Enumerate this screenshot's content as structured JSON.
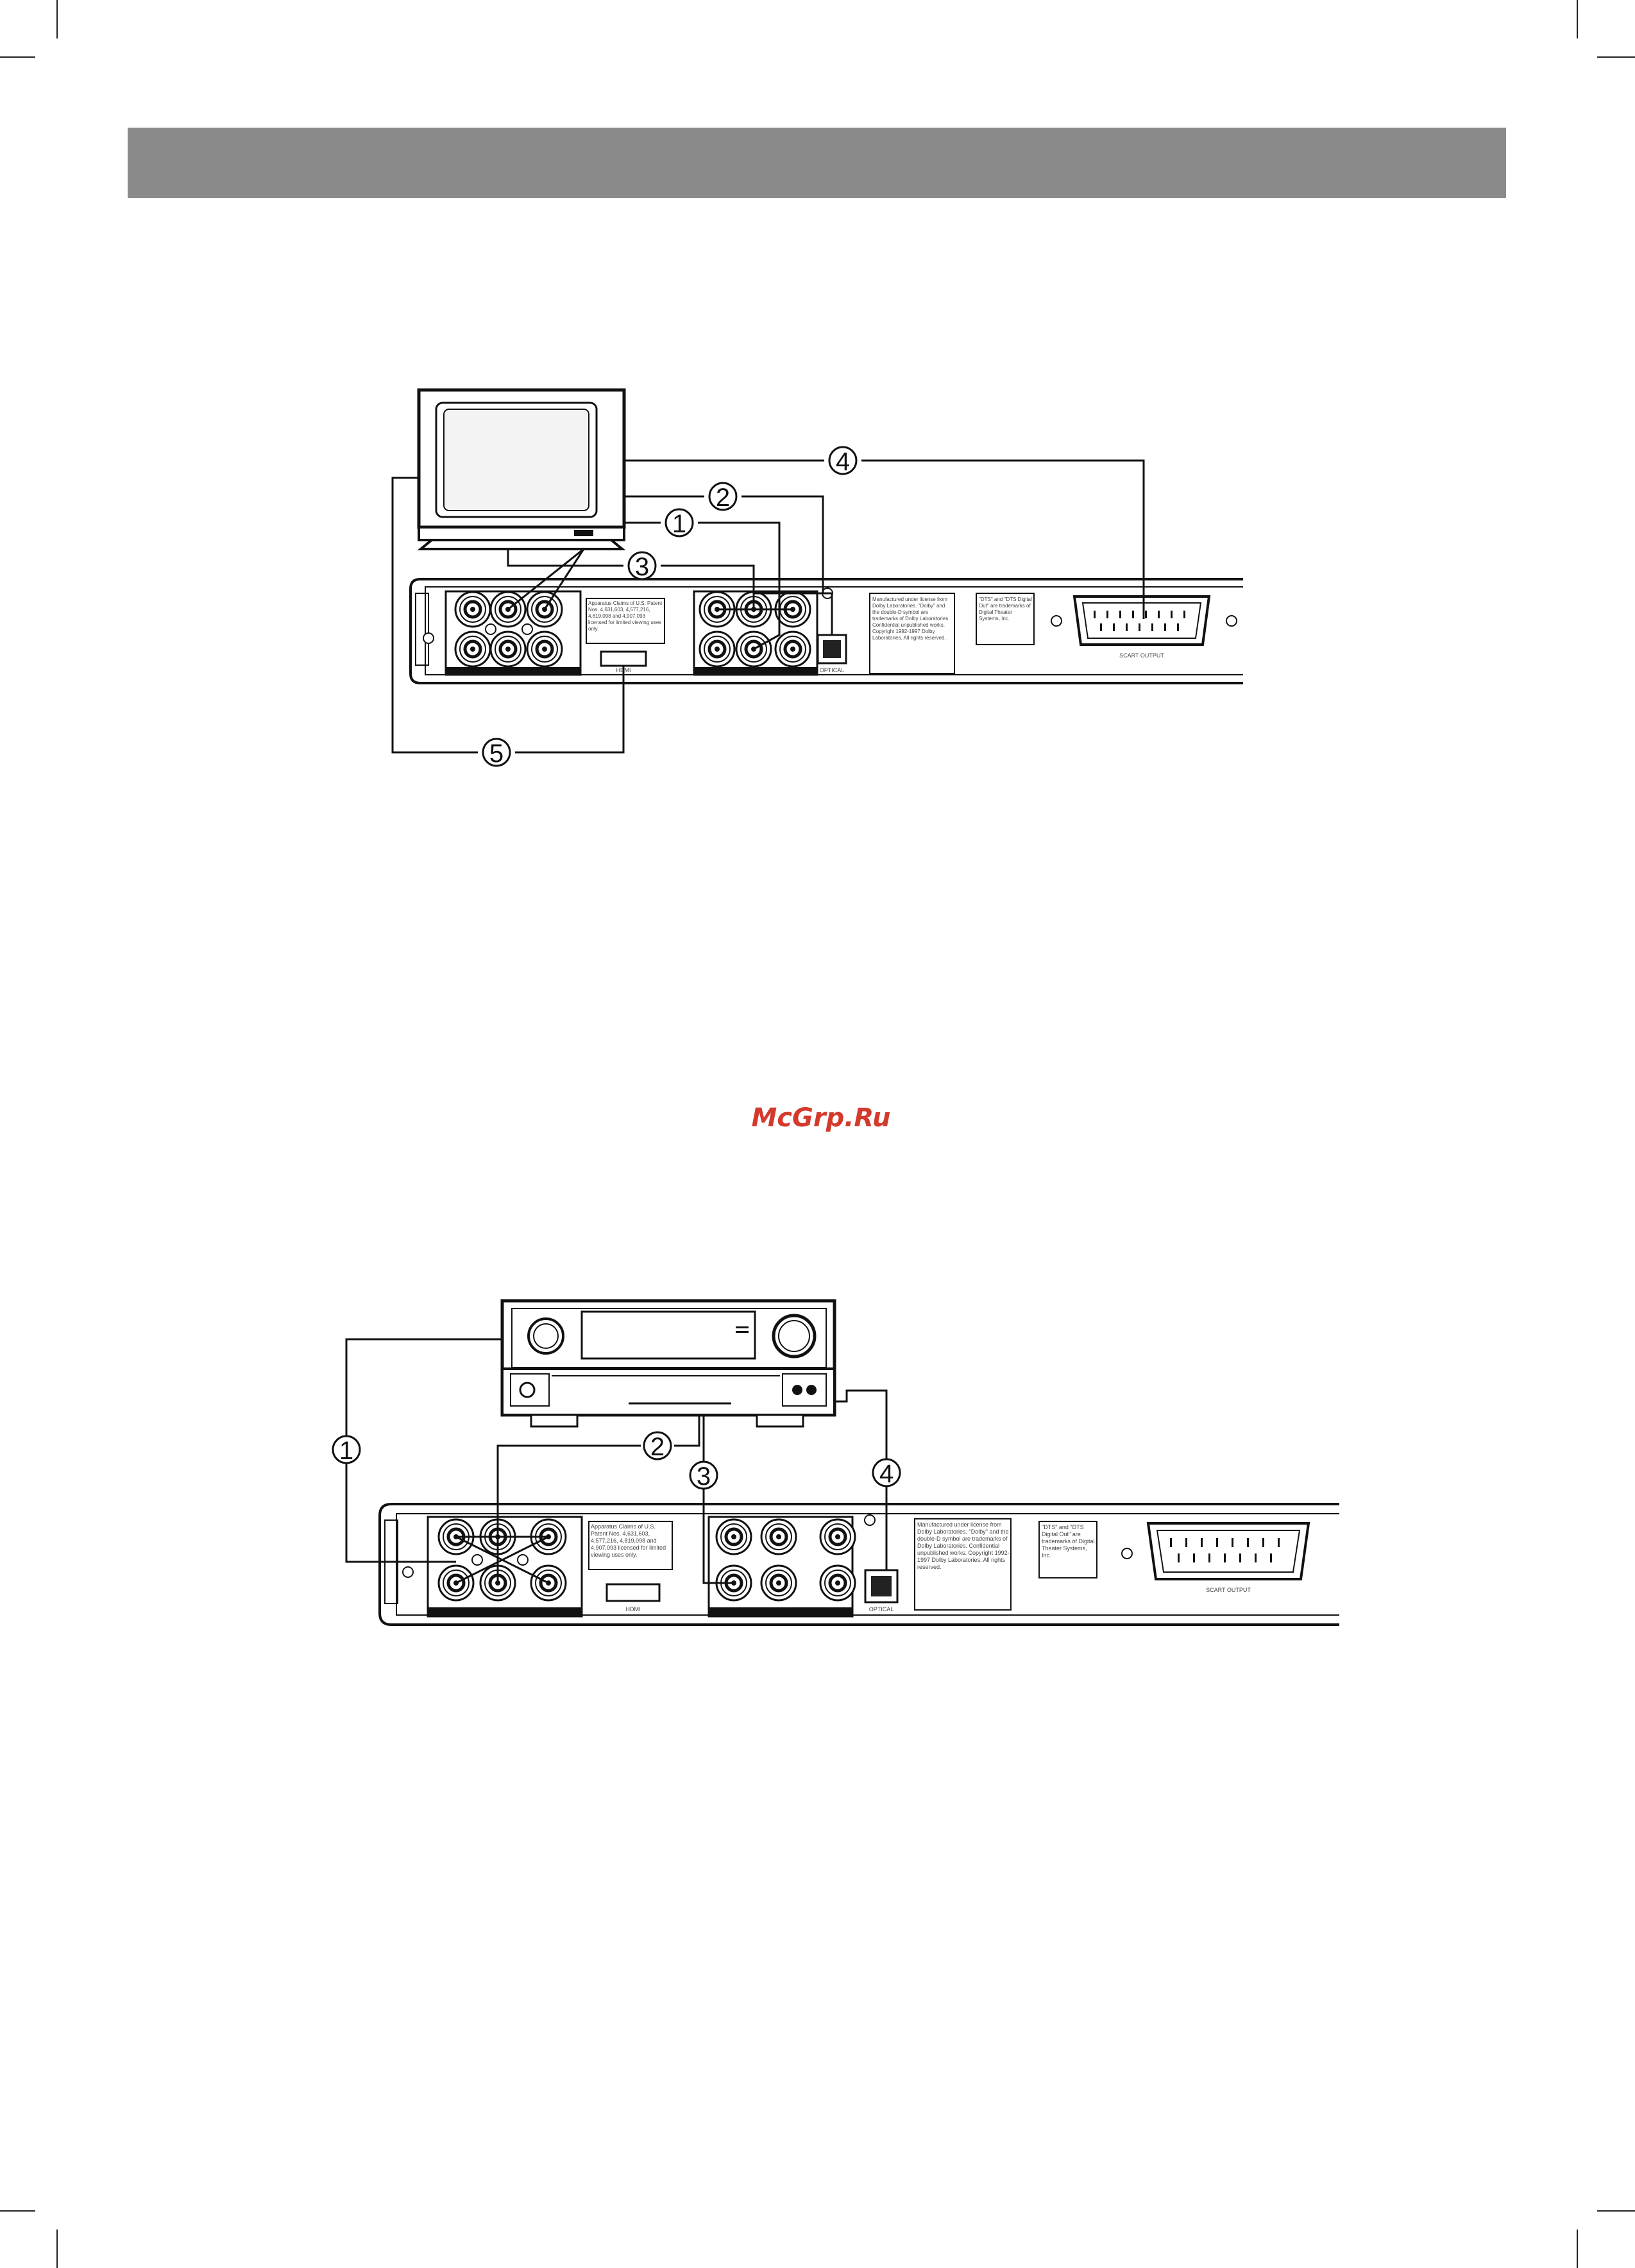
{
  "watermark": "McGrp.Ru",
  "diagram1": {
    "callouts": [
      "1",
      "2",
      "3",
      "4",
      "5"
    ],
    "panel": {
      "patent_text": "Apparatus Claims of U.S. Patent Nos. 4,631,603, 4,577,216, 4,819,098 and 4,907,093 licensed for limited viewing uses only.",
      "dolby_text": "Manufactured under license from Dolby Laboratories. \"Dolby\" and the double-D symbol are trademarks of Dolby Laboratories. Confidential unpublished works. Copyright 1992-1997 Dolby Laboratories. All rights reserved.",
      "dts_text": "\"DTS\" and \"DTS Digital Out\" are trademarks of Digital Theater Systems, Inc.",
      "hdmi_label": "HDMI",
      "scart_label": "SCART OUTPUT",
      "optical_label": "OPTICAL"
    }
  },
  "diagram2": {
    "callouts": [
      "1",
      "2",
      "3",
      "4"
    ],
    "panel": {
      "patent_text": "Apparatus Claims of U.S. Patent Nos. 4,631,603, 4,577,216, 4,819,098 and 4,907,093 licensed for limited viewing uses only.",
      "dolby_text": "Manufactured under license from Dolby Laboratories. \"Dolby\" and the double-D symbol are trademarks of Dolby Laboratories. Confidential unpublished works. Copyright 1992-1997 Dolby Laboratories. All rights reserved.",
      "dts_text": "\"DTS\" and \"DTS Digital Out\" are trademarks of Digital Theater Systems, Inc.",
      "hdmi_label": "HDMI",
      "scart_label": "SCART OUTPUT",
      "optical_label": "OPTICAL"
    }
  }
}
